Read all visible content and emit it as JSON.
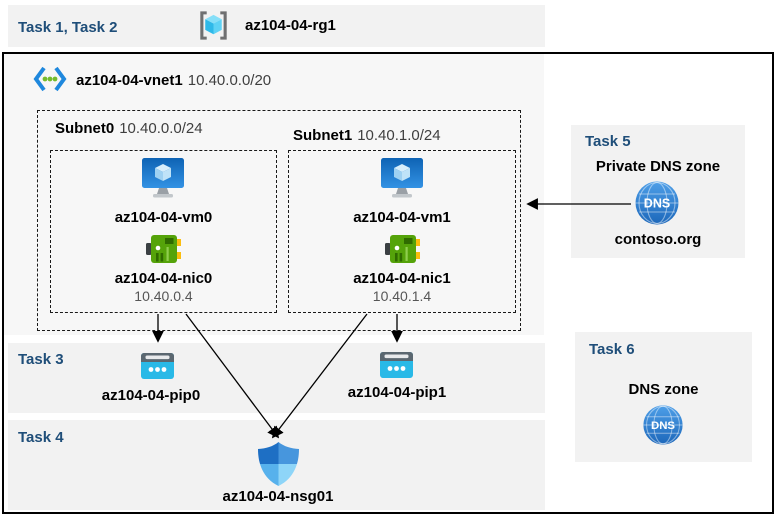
{
  "regions": {
    "task12": {
      "label": "Task 1, Task 2"
    },
    "task3": {
      "label": "Task 3"
    },
    "task4": {
      "label": "Task 4"
    },
    "task5": {
      "label": "Task 5"
    },
    "task6": {
      "label": "Task 6"
    }
  },
  "resource_group": {
    "name": "az104-04-rg1",
    "icon": "resource-group-icon"
  },
  "vnet": {
    "name": "az104-04-vnet1",
    "cidr": "10.40.0.0/20",
    "icon": "virtual-network-icon"
  },
  "subnets": [
    {
      "name": "Subnet0",
      "cidr": "10.40.0.0/24",
      "vm": {
        "name": "az104-04-vm0",
        "icon": "virtual-machine-icon"
      },
      "nic": {
        "name": "az104-04-nic0",
        "ip": "10.40.0.4",
        "icon": "network-interface-icon"
      }
    },
    {
      "name": "Subnet1",
      "cidr": "10.40.1.0/24",
      "vm": {
        "name": "az104-04-vm1",
        "icon": "virtual-machine-icon"
      },
      "nic": {
        "name": "az104-04-nic1",
        "ip": "10.40.1.4",
        "icon": "network-interface-icon"
      }
    }
  ],
  "public_ips": [
    {
      "name": "az104-04-pip0",
      "icon": "public-ip-icon"
    },
    {
      "name": "az104-04-pip1",
      "icon": "public-ip-icon"
    }
  ],
  "nsg": {
    "name": "az104-04-nsg01",
    "icon": "network-security-group-icon"
  },
  "private_dns_zone": {
    "title": "Private DNS zone",
    "zone_name": "contoso.org",
    "icon_label": "DNS",
    "icon": "dns-zone-icon"
  },
  "dns_zone": {
    "title": "DNS zone",
    "icon_label": "DNS",
    "icon": "dns-zone-icon"
  },
  "colors": {
    "task_label": "#1f4e79",
    "region_background": "#f2f2f2",
    "vnet_panel_background": "#f7f7f7",
    "border": "#000000",
    "vm_blue": "#1b74c9",
    "nic_green": "#55a30a",
    "nic_yellow": "#fbbd0e",
    "public_ip_cyan": "#29b9e7",
    "nsg_blue": "#2e8de0",
    "dns_blue": "#2b7cd3",
    "vnet_chevron_blue": "#1f88dd",
    "vnet_dot_green": "#76bc2d",
    "rg_cube_cyan": "#45c9f2"
  }
}
